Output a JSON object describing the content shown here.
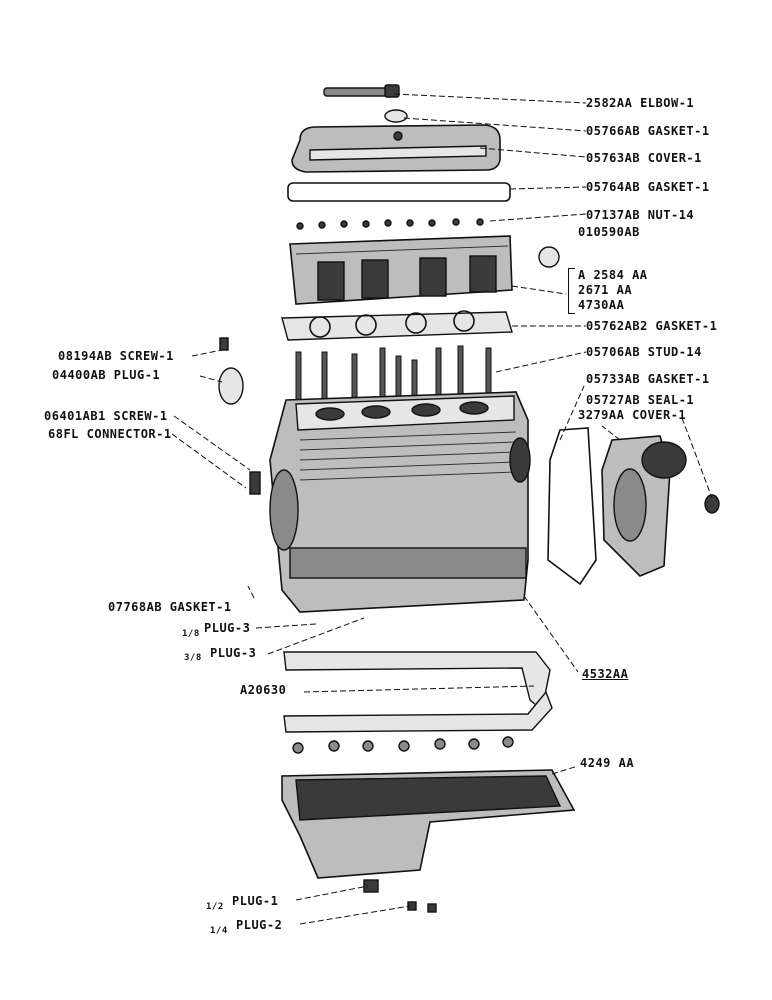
{
  "labels": {
    "elbow": "2582AA ELBOW-1",
    "gasket_elbow": "05766AB GASKET-1",
    "cover_valve": "05763AB COVER-1",
    "gasket_cover": "05764AB GASKET-1",
    "nut": "07137AB NUT-14",
    "plug_head": "010590AB",
    "head_a": "A 2584 AA",
    "head_b": "2671 AA",
    "head_c": "4730AA",
    "head_gasket": "05762AB2 GASKET-1",
    "screw_plug": "08194AB SCREW-1",
    "plug_side": "04400AB PLUG-1",
    "stud": "05706AB STUD-14",
    "gasket_front": "05733AB GASKET-1",
    "seal": "05727AB SEAL-1",
    "cover_front": "3279AA COVER-1",
    "screw_conn": "06401AB1 SCREW-1",
    "connector": "68FL CONNECTOR-1",
    "gasket_rear": "07768AB GASKET-1",
    "plug_eighth": "PLUG-3",
    "plug_eighth_size": "1/8",
    "plug_threeeighth": "PLUG-3",
    "plug_threeeighth_size": "3/8",
    "block": "4532AA",
    "pan_gasket": "A20630",
    "pan": "4249 AA",
    "plug_half": "PLUG-1",
    "plug_half_size": "1/2",
    "plug_quarter": "PLUG-2",
    "plug_quarter_size": "1/4"
  }
}
